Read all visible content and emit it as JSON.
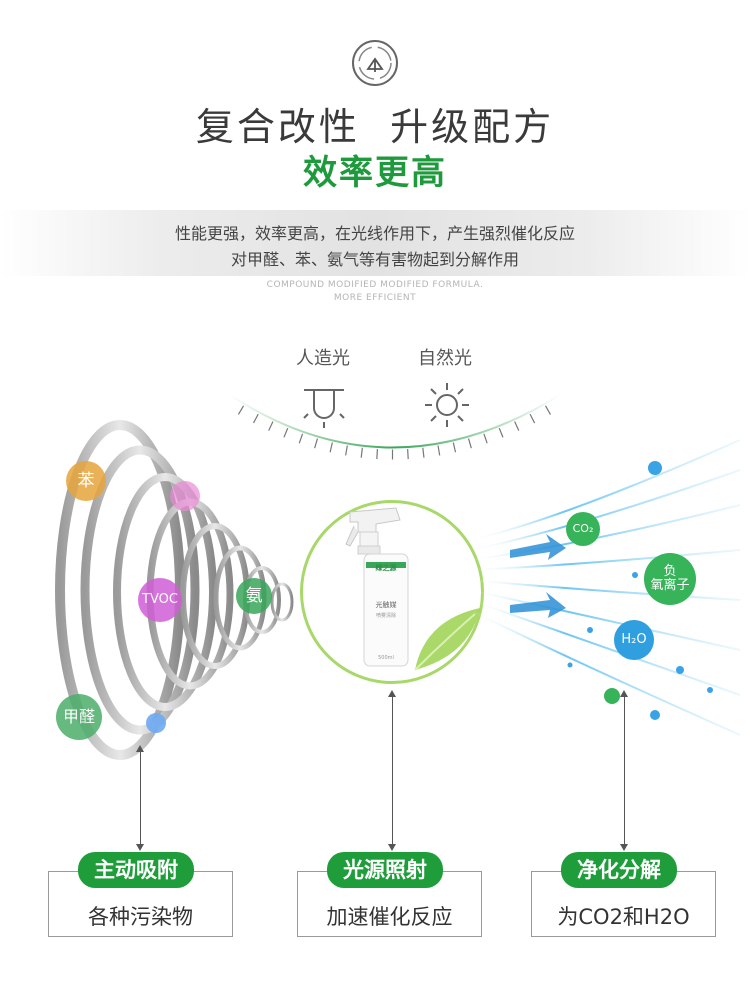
{
  "header": {
    "icon": "leaf-cycle-icon",
    "title_line1": "复合改性  升级配方",
    "title_line2": "效率更高"
  },
  "description": {
    "line1": "性能更强，效率更高，在光线作用下，产生强烈催化反应",
    "line2": "对甲醛、苯、氨气等有害物起到分解作用",
    "en_line1": "COMPOUND MODIFIED MODIFIED FORMULA.",
    "en_line2": "MORE EFFICIENT"
  },
  "lights": {
    "artificial": "人造光",
    "natural": "自然光"
  },
  "pollutants": [
    {
      "label": "苯",
      "color": "#e7a53c"
    },
    {
      "label": "TVOC",
      "color": "#d05fd6"
    },
    {
      "label": "氨",
      "color": "#3aa65a"
    },
    {
      "label": "甲醛",
      "color": "#4caf6a"
    }
  ],
  "product": {
    "brand": "绿之源",
    "name": "光触媒",
    "sub": "喷雾清除",
    "volume": "500ml"
  },
  "outputs": [
    {
      "label": "CO₂",
      "color": "#37b35a"
    },
    {
      "label": "负\n氧离子",
      "color": "#37b35a"
    },
    {
      "label": "H₂O",
      "color": "#2f9fe0"
    }
  ],
  "steps": [
    {
      "title": "主动吸附",
      "desc": "各种污染物"
    },
    {
      "title": "光源照射",
      "desc": "加速催化反应"
    },
    {
      "title": "净化分解",
      "desc": "为CO2和H2O"
    }
  ],
  "colors": {
    "accent_green": "#1f9d3b",
    "title_gray": "#3a3a3a"
  }
}
